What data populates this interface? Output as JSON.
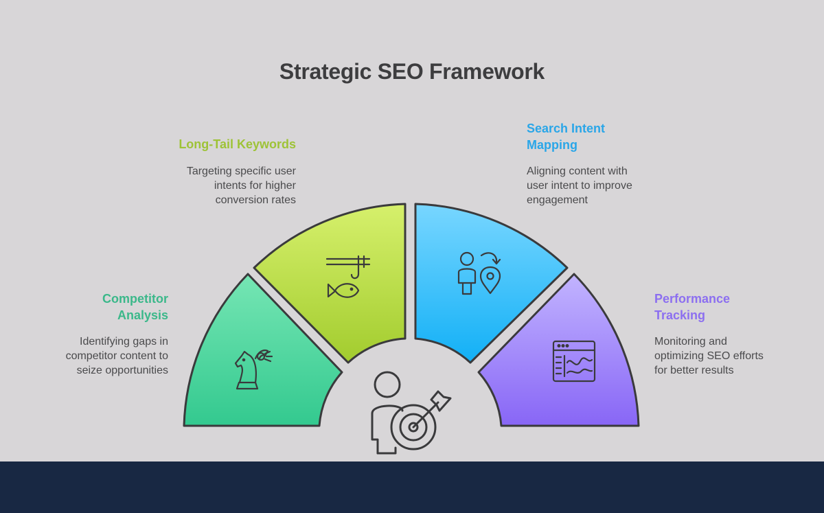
{
  "title": "Strategic SEO Framework",
  "segments": [
    {
      "id": "competitor",
      "title_lines": [
        "Competitor",
        "Analysis"
      ],
      "desc_lines": [
        "Identifying gaps in",
        "competitor content to",
        "seize opportunities"
      ],
      "color": "#3bb88a",
      "icon": "chess-knight-icon"
    },
    {
      "id": "longtail",
      "title_lines": [
        "Long-Tail Keywords"
      ],
      "desc_lines": [
        "Targeting specific user",
        "intents for higher",
        "conversion rates"
      ],
      "color": "#9ec337",
      "icon": "fishing-hook-icon"
    },
    {
      "id": "intent",
      "title_lines": [
        "Search Intent",
        "Mapping"
      ],
      "desc_lines": [
        "Aligning content with",
        "user intent to improve",
        "engagement"
      ],
      "color": "#2aa6e8",
      "icon": "person-location-icon"
    },
    {
      "id": "performance",
      "title_lines": [
        "Performance",
        "Tracking"
      ],
      "desc_lines": [
        "Monitoring and",
        "optimizing SEO efforts",
        "for better results"
      ],
      "color": "#8c6ff0",
      "icon": "dashboard-chart-icon"
    }
  ],
  "center_icon": "person-target-icon"
}
